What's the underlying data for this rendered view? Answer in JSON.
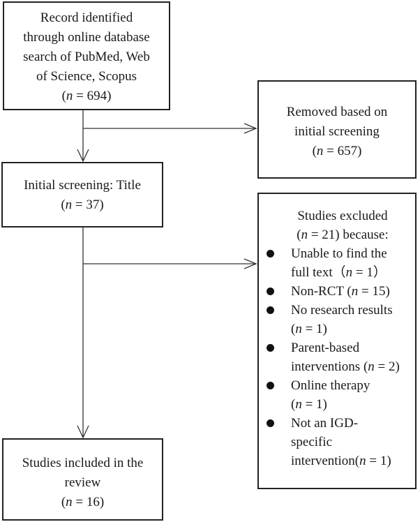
{
  "boxes": {
    "identified": {
      "lines": [
        "Record identified",
        "through online database",
        "search of PubMed, Web",
        "of Science, Scopus"
      ],
      "count": "694"
    },
    "removed": {
      "lines": [
        "Removed based on",
        "initial screening"
      ],
      "count": "657"
    },
    "screening": {
      "lines": [
        "Initial screening: Title"
      ],
      "count": "37"
    },
    "excluded": {
      "title": "Studies excluded",
      "count": "21",
      "count_suffix": " because:",
      "reasons": [
        {
          "lines": [
            "Unable to find the",
            "full text（"
          ],
          "count": "1",
          "close": "）"
        },
        {
          "lines": [
            "Non-RCT ("
          ],
          "count": "15",
          "close": ")"
        },
        {
          "lines": [
            "No research results",
            "("
          ],
          "count": "1",
          "close": ")"
        },
        {
          "lines": [
            "Parent-based",
            "interventions ("
          ],
          "count": "2",
          "close": ")"
        },
        {
          "lines": [
            "Online therapy",
            "("
          ],
          "count": "1",
          "close": ")"
        },
        {
          "lines": [
            "Not an IGD-",
            "specific",
            "intervention("
          ],
          "count": "1",
          "close": ")"
        }
      ]
    },
    "included": {
      "lines": [
        "Studies included in the",
        "review"
      ],
      "count": "16"
    }
  },
  "n_symbol": "n"
}
